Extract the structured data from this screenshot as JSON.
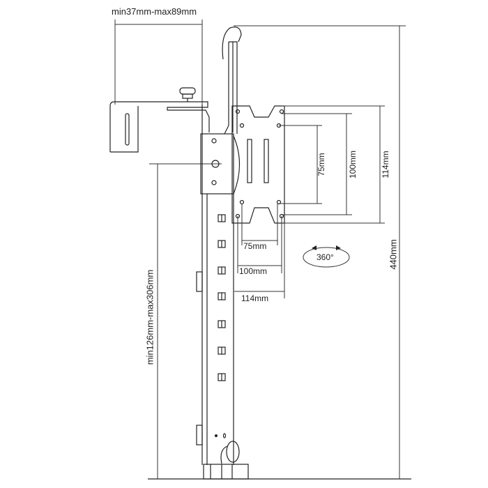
{
  "diagram": {
    "clamp_range_label": "min37mm-max89mm",
    "height_range_label": "min126mm-max306mm",
    "total_height_label": "440mm",
    "vesa_vertical_labels": [
      "75mm",
      "100mm",
      "114mm"
    ],
    "vesa_horizontal_labels": [
      "75mm",
      "100mm",
      "114mm"
    ],
    "rotation_label": "360°",
    "line_color": "#222222"
  }
}
